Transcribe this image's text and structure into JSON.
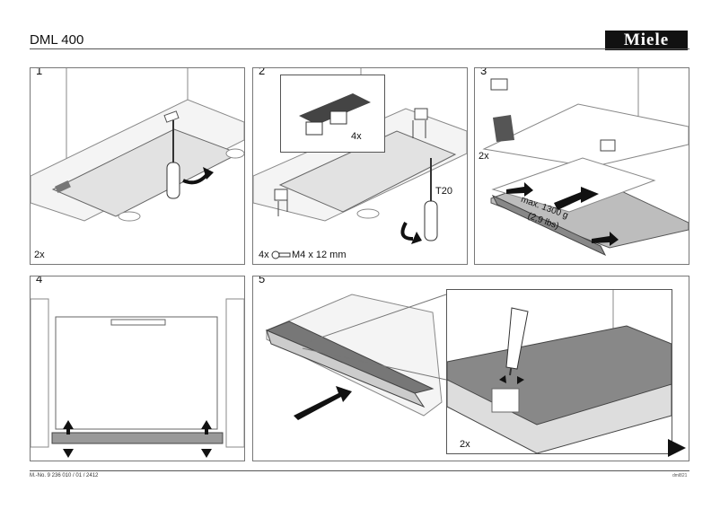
{
  "header": {
    "title": "DML 400",
    "logo": "Miele"
  },
  "steps": [
    {
      "number": "1",
      "captions": {
        "qty": "2x"
      }
    },
    {
      "number": "2",
      "captions": {
        "inset_qty": "4x",
        "tool": "T20",
        "screw_spec": "M4 x 12 mm",
        "screw_qty": "4x"
      }
    },
    {
      "number": "3",
      "captions": {
        "qty": "2x",
        "weight_kg": "max. 1300 g",
        "weight_lbs": "(2,9 lbs)"
      }
    },
    {
      "number": "4",
      "captions": {}
    },
    {
      "number": "5",
      "captions": {
        "qty": "2x"
      }
    }
  ],
  "footer": {
    "doc_number": "M.-No. 9 236 010 / 01 / 2412",
    "code": "dml821"
  },
  "icons": {
    "next": "next-page-arrow-icon",
    "rotate": "rotate-arrow-icon",
    "screwdriver": "screwdriver-icon",
    "screw": "screw-icon"
  }
}
